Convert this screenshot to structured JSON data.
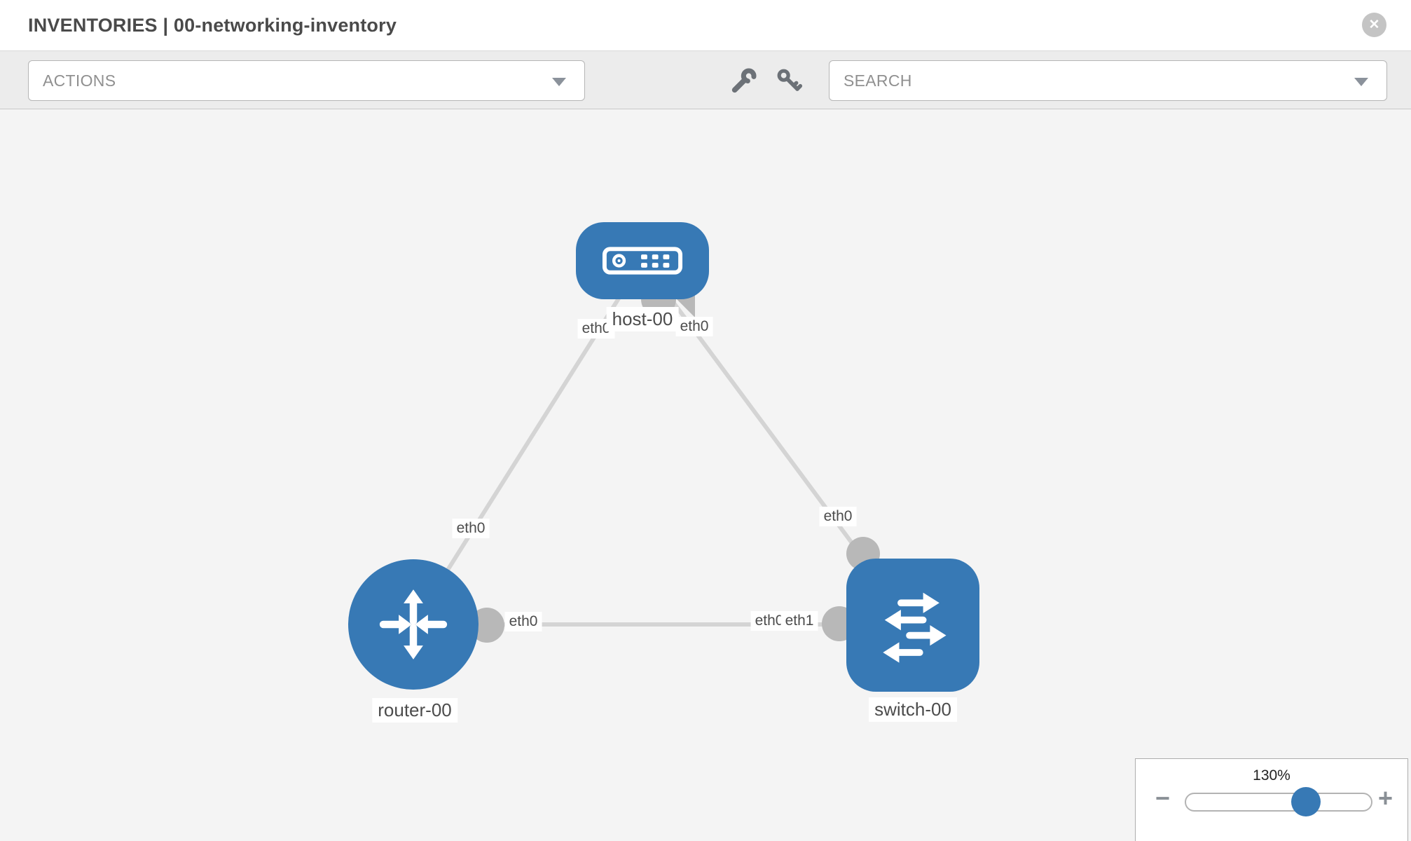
{
  "header": {
    "title": "INVENTORIES | 00-networking-inventory"
  },
  "toolbar": {
    "actions_label": "ACTIONS",
    "search_placeholder": "SEARCH"
  },
  "icons": {
    "close": "✕",
    "minus": "−",
    "plus": "+"
  },
  "colors": {
    "node_blue": "#3779b5",
    "link_gray": "#d4d4d4",
    "interface_gray": "#b8b8b8",
    "canvas_bg": "#f4f4f4"
  },
  "topology": {
    "nodes": [
      {
        "id": "host-00",
        "type": "host",
        "label": "host-00"
      },
      {
        "id": "router-00",
        "type": "router",
        "label": "router-00"
      },
      {
        "id": "switch-00",
        "type": "switch",
        "label": "switch-00"
      }
    ],
    "links": [
      {
        "from": "host-00",
        "to": "router-00",
        "from_if": "eth0",
        "to_if": "eth0"
      },
      {
        "from": "host-00",
        "to": "switch-00",
        "from_if": "eth0",
        "to_if": "eth0"
      },
      {
        "from": "router-00",
        "to": "switch-00",
        "from_if": "eth0",
        "to_if": "eth1",
        "to_if_overlapped": "eth0"
      }
    ]
  },
  "zoom_control": {
    "value": "130%"
  }
}
